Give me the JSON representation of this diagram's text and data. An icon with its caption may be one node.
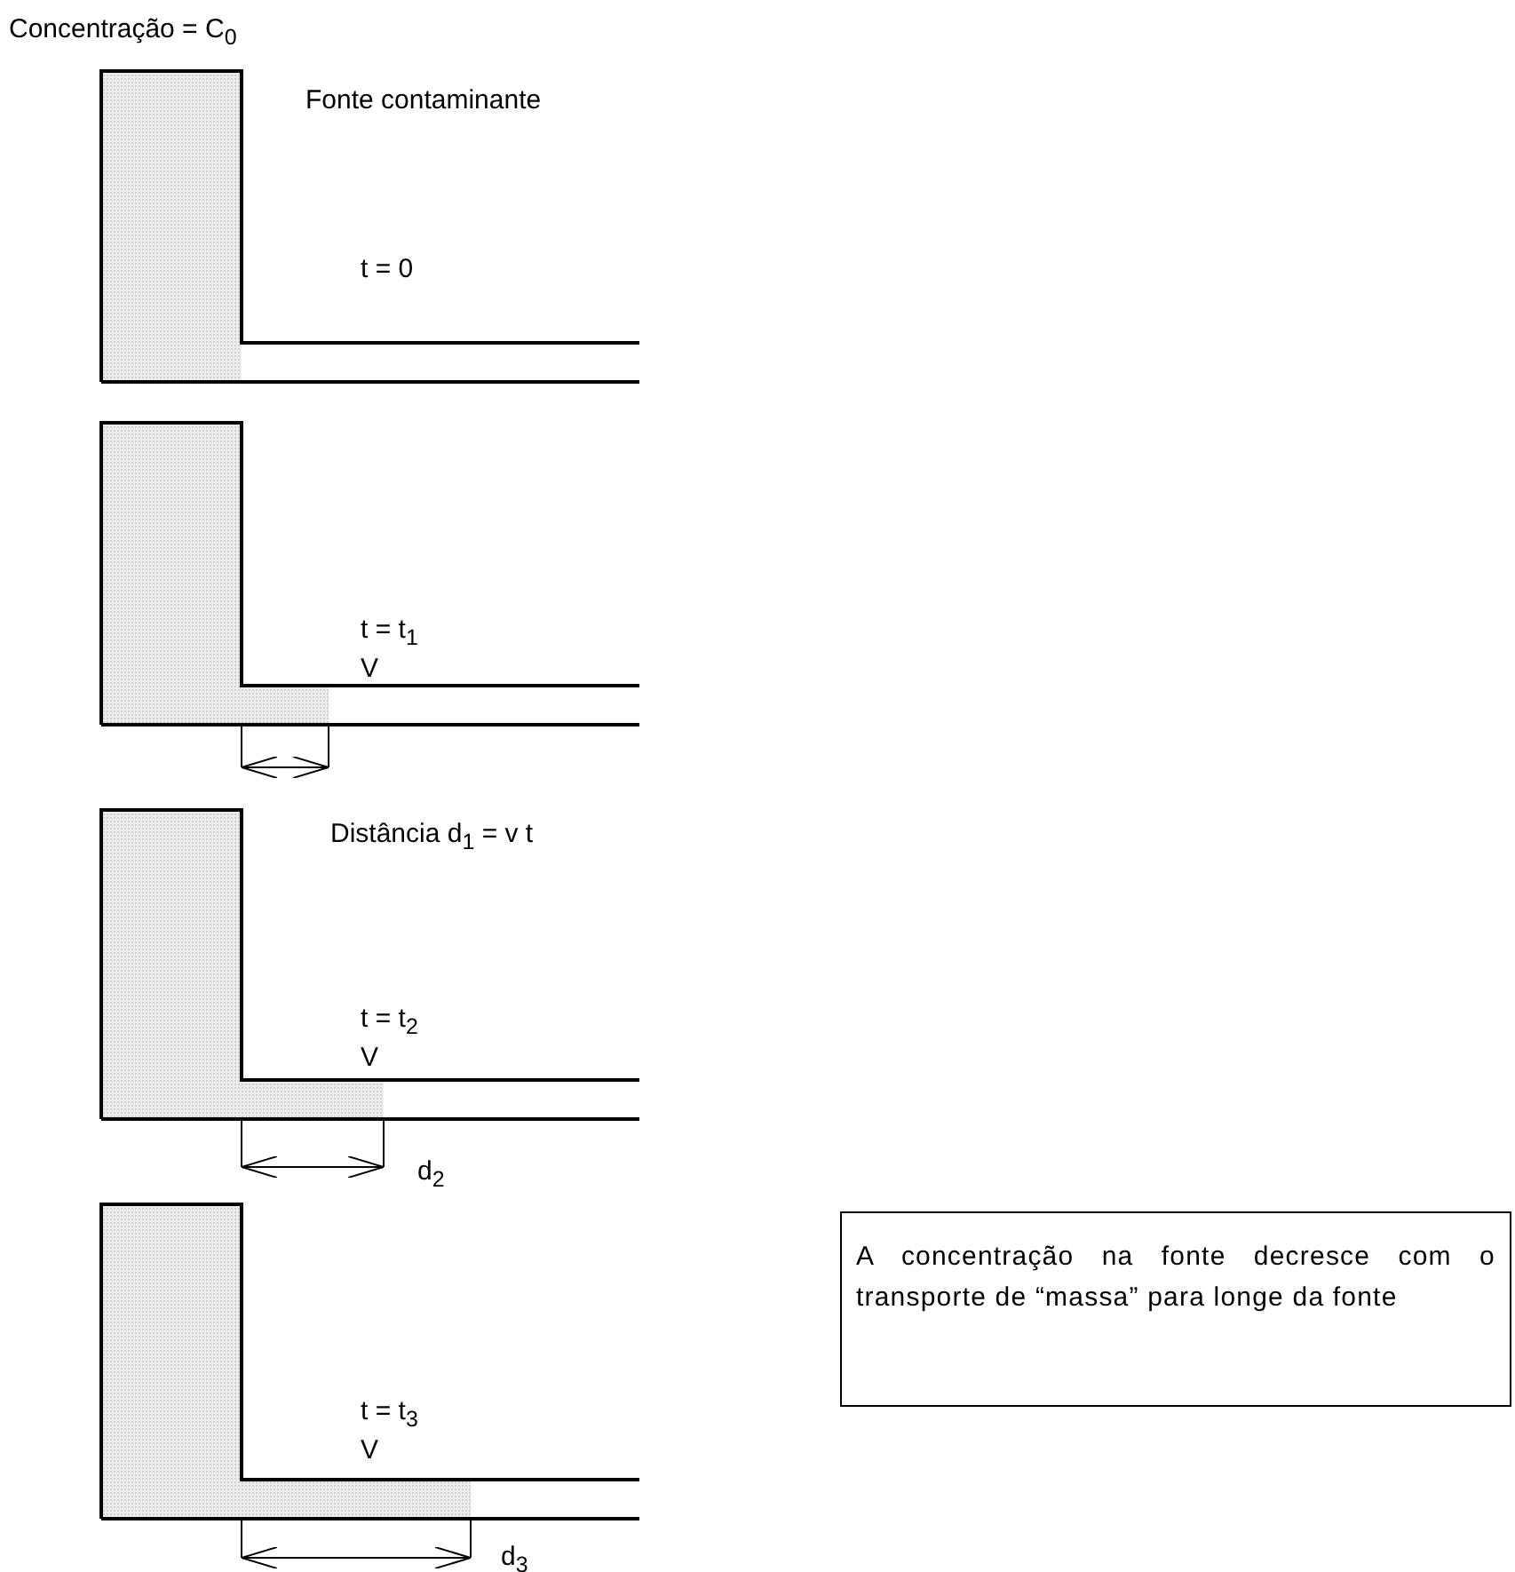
{
  "diagram": {
    "nodes": [
      {
        "text": [
          "A concentração na fonte decresce com o transporte de “massa” para longe da fonte"
        ]
      }
    ],
    "labels": [
      "Concentração = C$_{0}$",
      "Fonte contaminante",
      "t = 0",
      "t = t$_{1}$",
      "V",
      "Distância d$_{1}$ = v t",
      "t = t$_{2}$",
      "V",
      "d$_{2}$",
      "t = t$_{3}$",
      "V",
      "d$_{3}$"
    ]
  }
}
